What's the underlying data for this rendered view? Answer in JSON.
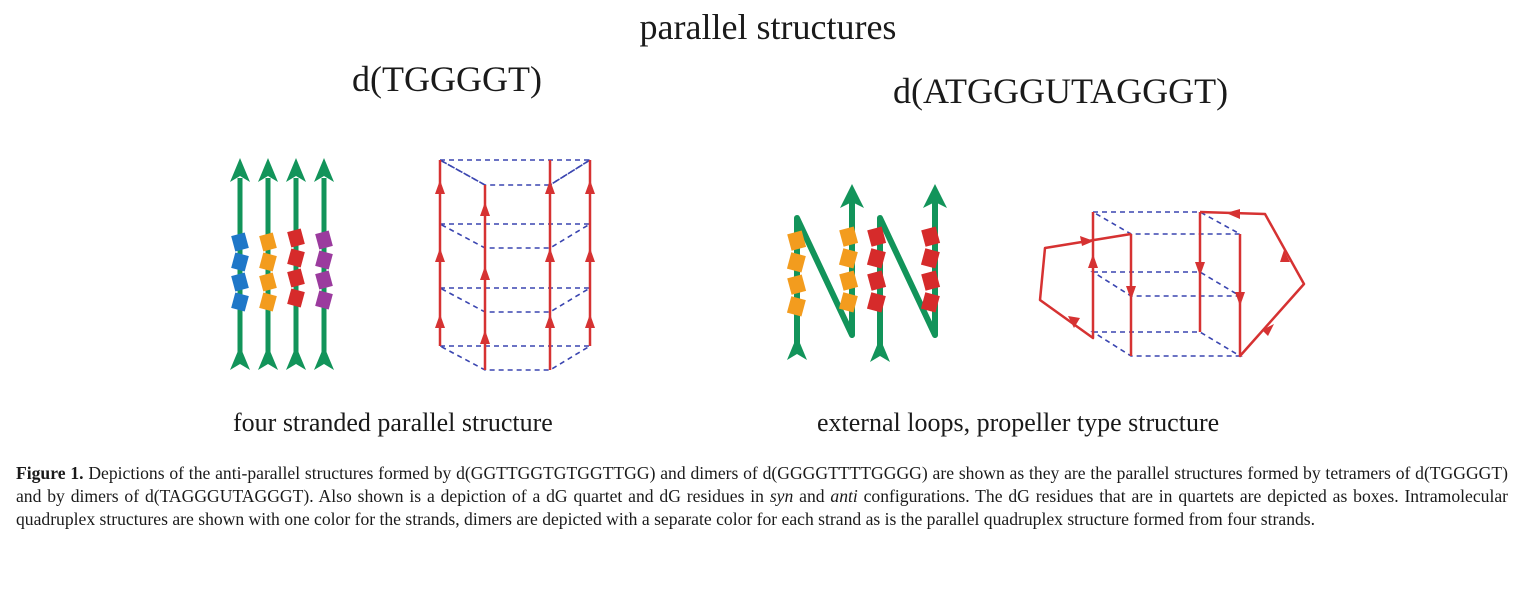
{
  "figure": {
    "title": "parallel structures",
    "left": {
      "sequence": "d(TGGGGT)",
      "label": "four stranded parallel structure"
    },
    "right": {
      "sequence": "d(ATGGGUTAGGGT)",
      "label": "external loops, propeller type structure"
    },
    "colors": {
      "strand_green": "#12945a",
      "box_blue": "#1f77c8",
      "box_orange": "#f39c1e",
      "box_red": "#d62b2b",
      "box_purple": "#9b3b9e",
      "cube_edge": "#3a45b0",
      "cube_strand": "#d63232"
    }
  },
  "caption": {
    "label": "Figure 1.",
    "text": " Depictions of the anti-parallel structures formed by d(GGTTGGTGTGGTTGG) and dimers of d(GGGGTTTTGGGG) are shown as they are the parallel structures formed by tetramers of d(TGGGGT) and by dimers of d(TAGGGUTAGGGT). Also shown is a depiction of a dG quartet and dG residues in ",
    "em1": "syn",
    "mid": " and ",
    "em2": "anti",
    "text2": " configurations. The dG residues that are in quartets are depicted as boxes. Intramolecular quadruplex structures are shown with one color for the strands, dimers are depicted with a separate color for each strand as is the parallel quadruplex structure formed from four strands."
  }
}
